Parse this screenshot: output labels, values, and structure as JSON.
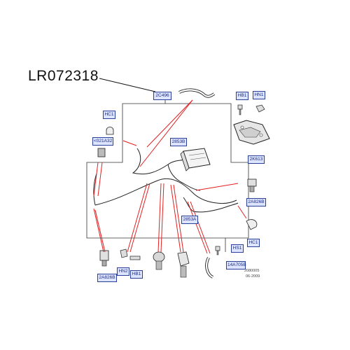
{
  "part_number": "LR072318",
  "labels": {
    "c2c496": "2C496",
    "hb1_top": "HB1",
    "hn1_top": "HN1",
    "hc1_left": "HC1",
    "c021a32": "<021A32",
    "c2853b": "2853B",
    "c2k613": "2K613",
    "c2a826b_right": "2A826B",
    "c2853a": "2853A",
    "hc1_right": "HC1",
    "hs1": "HS1",
    "c14a705b": "14A705B",
    "hn2": "HN2",
    "hb1_bottom": "HB1",
    "c2a826b_left": "2A826B"
  },
  "footer": {
    "code": "2080005",
    "date": "06-2009"
  },
  "colors": {
    "callout_line": "#e02020",
    "diagram_line": "#222222",
    "label_border": "#2a3f9a",
    "label_fill": "#dde4ff"
  }
}
